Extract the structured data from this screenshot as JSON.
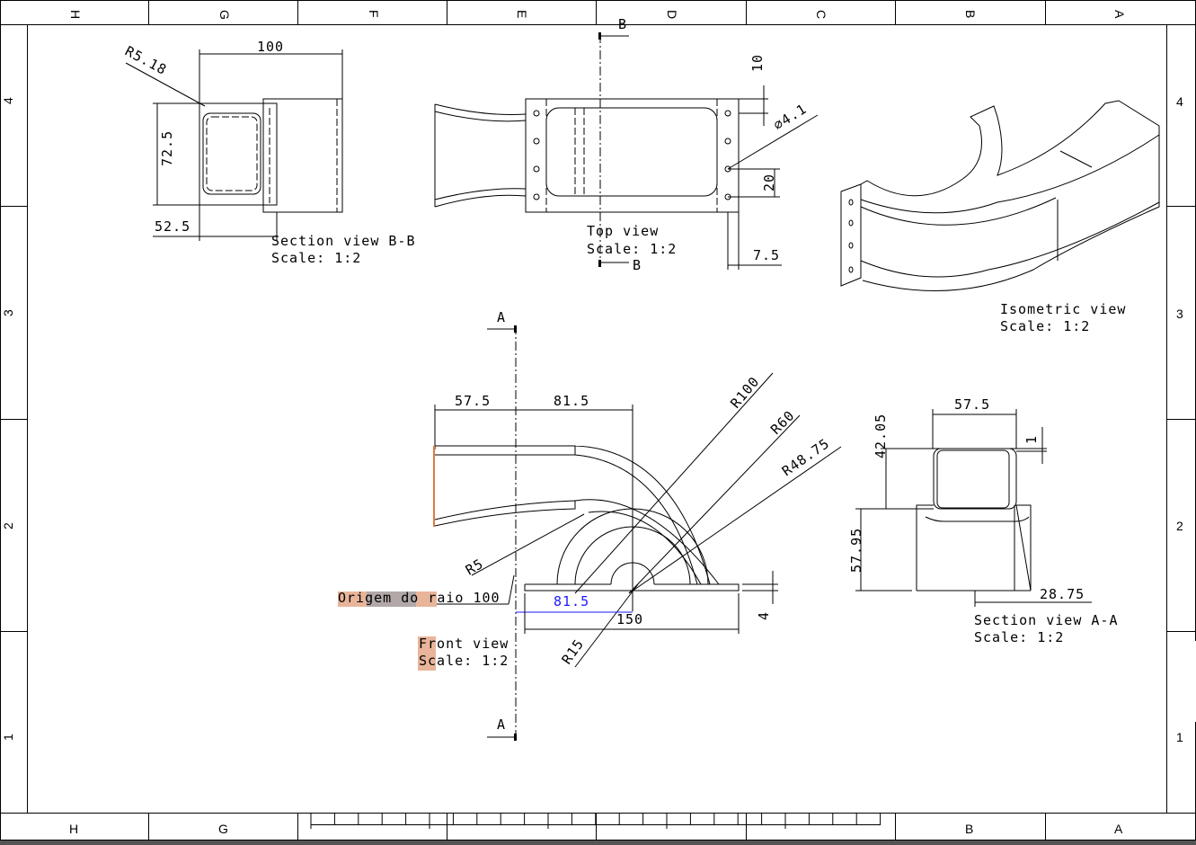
{
  "zones": {
    "columns": [
      "H",
      "G",
      "F",
      "E",
      "D",
      "C",
      "B",
      "A"
    ],
    "rows": [
      "4",
      "3",
      "2",
      "1"
    ]
  },
  "section_bb": {
    "title": "Section view B-B",
    "scale": "Scale:  1:2",
    "dims": {
      "width": "100",
      "height": "72.5",
      "radius": "R5.18",
      "offset": "52.5"
    }
  },
  "top_view": {
    "title": "Top view",
    "scale": "Scale:  1:2",
    "cut_label": "B",
    "dims": {
      "ten": "10",
      "hole": "∅4.1",
      "twenty": "20",
      "seven": "7.5"
    }
  },
  "isometric": {
    "title": "Isometric view",
    "scale": "Scale:  1:2"
  },
  "front_view": {
    "title": "Front view",
    "scale": "Scale:  1:2",
    "cut_label": "A",
    "note": "Origem do raio 100",
    "dims": {
      "left": "57.5",
      "right": "81.5",
      "r100": "R100",
      "r60": "R60",
      "r4875": "R48.75",
      "r5": "R5",
      "r15": "R15",
      "blue": "81.5",
      "base": "150",
      "thick": "4"
    }
  },
  "section_aa": {
    "title": "Section view A-A",
    "scale": "Scale:  1:2",
    "dims": {
      "width": "57.5",
      "upper": "42.05",
      "lower": "57.95",
      "wall": "1",
      "half": "28.75"
    }
  },
  "colors": {
    "highlight": "#1a1aff",
    "note_bg": "#e8b59a"
  }
}
